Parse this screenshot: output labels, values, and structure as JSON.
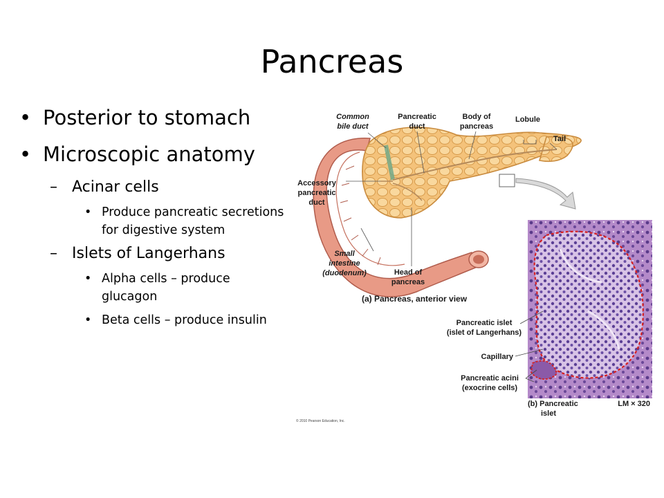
{
  "slide": {
    "title": "Pancreas",
    "bullets": {
      "b1": "Posterior to stomach",
      "b2": "Microscopic anatomy",
      "acinar": "Acinar cells",
      "acinar_desc": "Produce pancreatic secretions for digestive system",
      "islets": "Islets of Langerhans",
      "alpha": "Alpha cells – produce glucagon",
      "beta": "Beta cells – produce insulin"
    }
  },
  "diagram": {
    "labels": {
      "common_bile_duct_1": "Common",
      "common_bile_duct_2": "bile duct",
      "pancreatic_duct_1": "Pancreatic",
      "pancreatic_duct_2": "duct",
      "body_1": "Body of",
      "body_2": "pancreas",
      "lobule": "Lobule",
      "tail": "Tail",
      "accessory_1": "Accessory",
      "accessory_2": "pancreatic",
      "accessory_3": "duct",
      "small_intestine_1": "Small",
      "small_intestine_2": "intestine",
      "small_intestine_3": "(duodenum)",
      "head_1": "Head of",
      "head_2": "pancreas",
      "caption_a": "(a) Pancreas, anterior view",
      "islet_1": "Pancreatic islet",
      "islet_2": "(islet of Langerhans)",
      "capillary": "Capillary",
      "acini_1": "Pancreatic acini",
      "acini_2": "(exocrine cells)",
      "caption_b_1": "(b) Pancreatic",
      "caption_b_2": "islet",
      "magnification": "LM × 320",
      "copyright": "© 2010 Pearson Education, Inc."
    },
    "colors": {
      "pancreas": "#f4c27a",
      "duodenum": "#e89a86",
      "histology_bg": "#a77dbf",
      "islet_outline": "#d62020"
    }
  }
}
